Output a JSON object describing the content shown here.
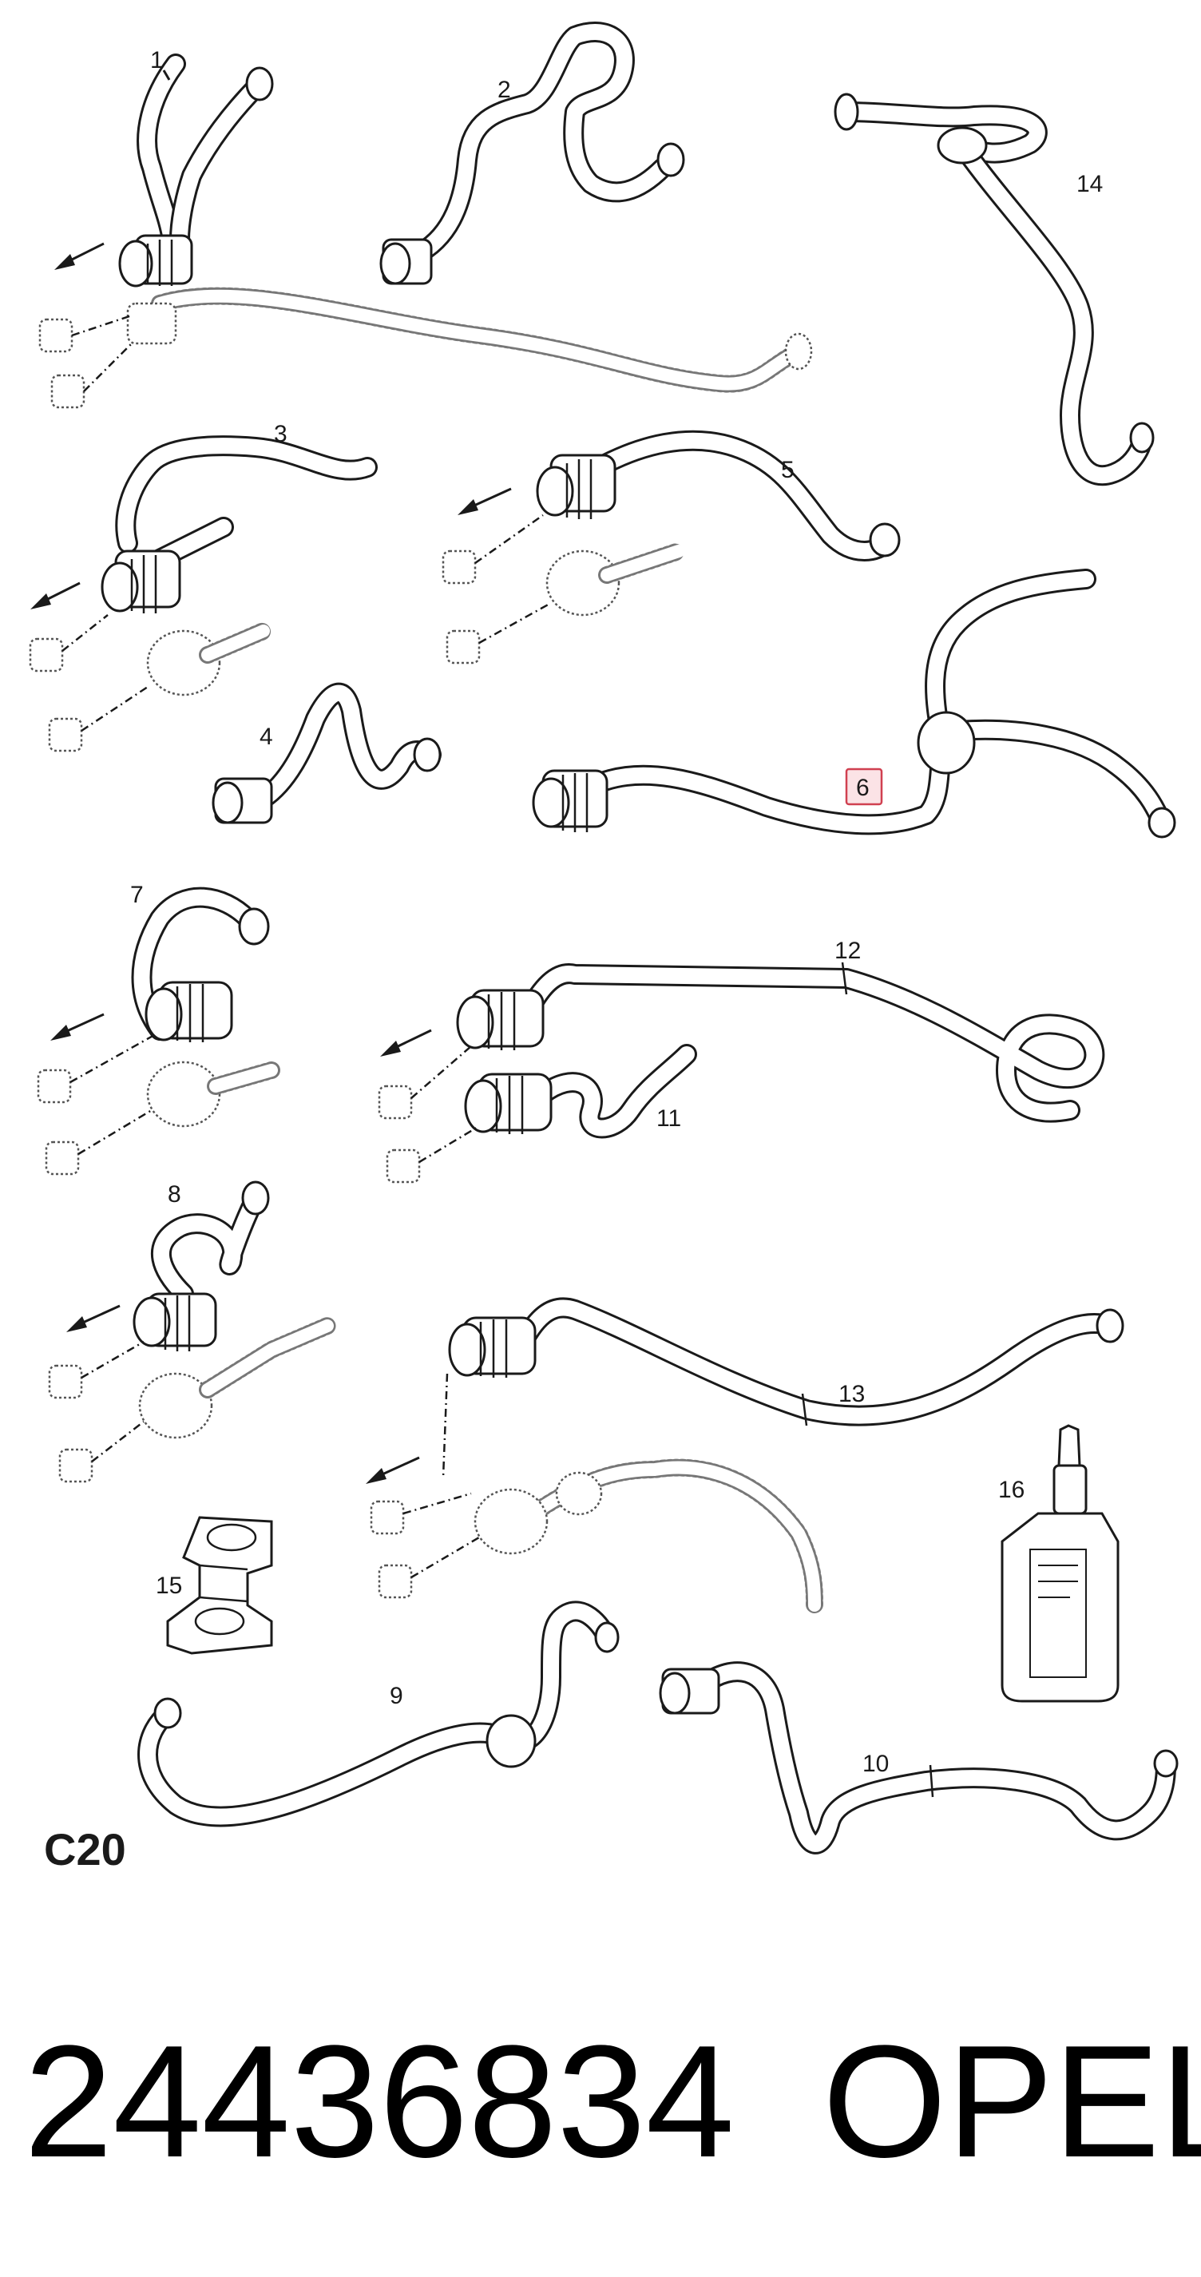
{
  "callouts": {
    "c1": "1",
    "c2": "2",
    "c3": "3",
    "c4": "4",
    "c5": "5",
    "c6": "6",
    "c7": "7",
    "c8": "8",
    "c9": "9",
    "c10": "10",
    "c11": "11",
    "c12": "12",
    "c13": "13",
    "c14": "14",
    "c15": "15",
    "c16": "16"
  },
  "highlighted_callout": "6",
  "highlight_color": "#d04050",
  "model_code": "C20",
  "part_number": "24436834",
  "brand": "OPEL"
}
